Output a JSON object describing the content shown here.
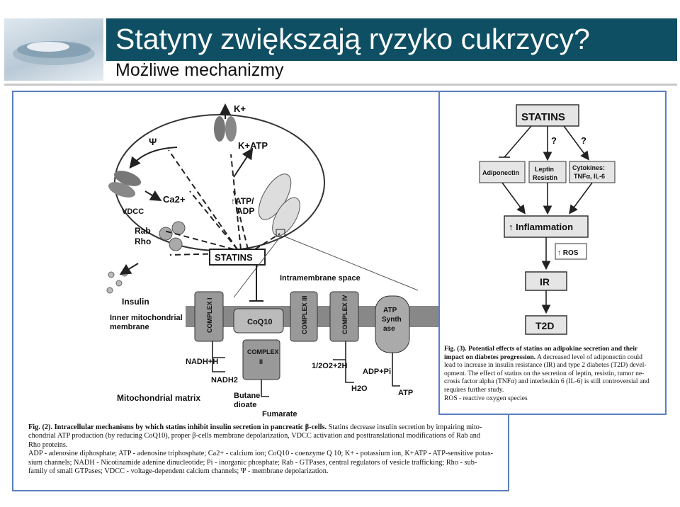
{
  "header": {
    "title": "Statyny zwiększają ryzyko cukrzycy?",
    "subtitle": "Możliwe mechanizmy"
  },
  "left_figure": {
    "labels": {
      "k_plus": "K+",
      "katp": "K+ATP",
      "psi": "Ψ",
      "ca": "Ca2+",
      "vdcc": "VDCC",
      "rab": "Rab",
      "rho": "Rho",
      "atp_adp_1": "↑ATP/",
      "atp_adp_2": "ADP",
      "statins": "STATINS",
      "intramembrane_space": "Intramembrane space",
      "insulin": "Insulin",
      "inner_membrane_1": "Inner mitochondrial",
      "inner_membrane_2": "membrane",
      "complex_1": "COMPLEX I",
      "coq10": "CoQ10",
      "complex_3": "COMPLEX III",
      "complex_4": "COMPLEX IV",
      "atp_synthase_1": "ATP",
      "atp_synthase_2": "Synth",
      "atp_synthase_3": "ase",
      "complex_2_a": "COMPLEX",
      "complex_2_b": "II",
      "nadh_h": "NADH+H",
      "nadh2": "NADH2",
      "half_o2": "1/2O2+2H",
      "adp_pi": "ADP+Pi",
      "h2o": "H2O",
      "atp": "ATP",
      "mito_matrix": "Mitochondrial matrix",
      "butane_1": "Butane",
      "butane_2": "dioate",
      "fumarate": "Fumarate"
    },
    "caption": {
      "fig_label": "Fig. (2).",
      "heading": "Intracellular mechanisms by which statins inhibit insulin secretion in pancreatic β-cells.",
      "lines": [
        "Statins decrease insulin secretion by impairing mito-",
        "chondrial ATP production (by reducing CoQ10), proper β-cells membrane depolarization, VDCC activation and posttranslational modifications of Rab and",
        "Rho proteins.",
        "ADP - adenosine diphosphate; ATP - adenosine triphosphate; Ca2+ - calcium ion; CoQ10 - coenzyme Q 10; K+ - potassium ion, K+ATP - ATP-sensitive potas-",
        "sium channels; NADH - Nicotinamide adenine dinucleotide; Pi - inorganic phosphate; Rab - GTPases, central regulators of vesicle trafficking; Rho - sub-",
        "family of small GTPases; VDCC - voltage-dependent calcium channels; Ψ - membrane depolarization."
      ]
    }
  },
  "right_figure": {
    "labels": {
      "statins": "STATINS",
      "q1": "?",
      "q2": "?",
      "adiponectin": "Adiponectin",
      "leptin_1": "Leptin",
      "leptin_2": "Resistin",
      "cytokines_1": "Cytokines:",
      "cytokines_2": "TNFα, IL-6",
      "inflammation": "↑ Inflammation",
      "ros": "↑ ROS",
      "ir": "IR",
      "t2d": "T2D"
    },
    "caption": {
      "fig_label": "Fig. (3).",
      "heading_1": "Potential effects of statins on adipokine secretion and their",
      "heading_2": "impact on diabetes progression.",
      "lines": [
        "A decreased level of adiponectin could",
        "lead to increase in insulin resistance (IR) and type 2 diabetes (T2D) devel-",
        "opment. The effect of statins on the secretion of leptin, resistin, tumor ne-",
        "crosis factor alpha (TNFα) and interleukin 6 (IL-6) is still controversial and",
        "requires further study.",
        "ROS - reactive oxygen species"
      ]
    }
  }
}
